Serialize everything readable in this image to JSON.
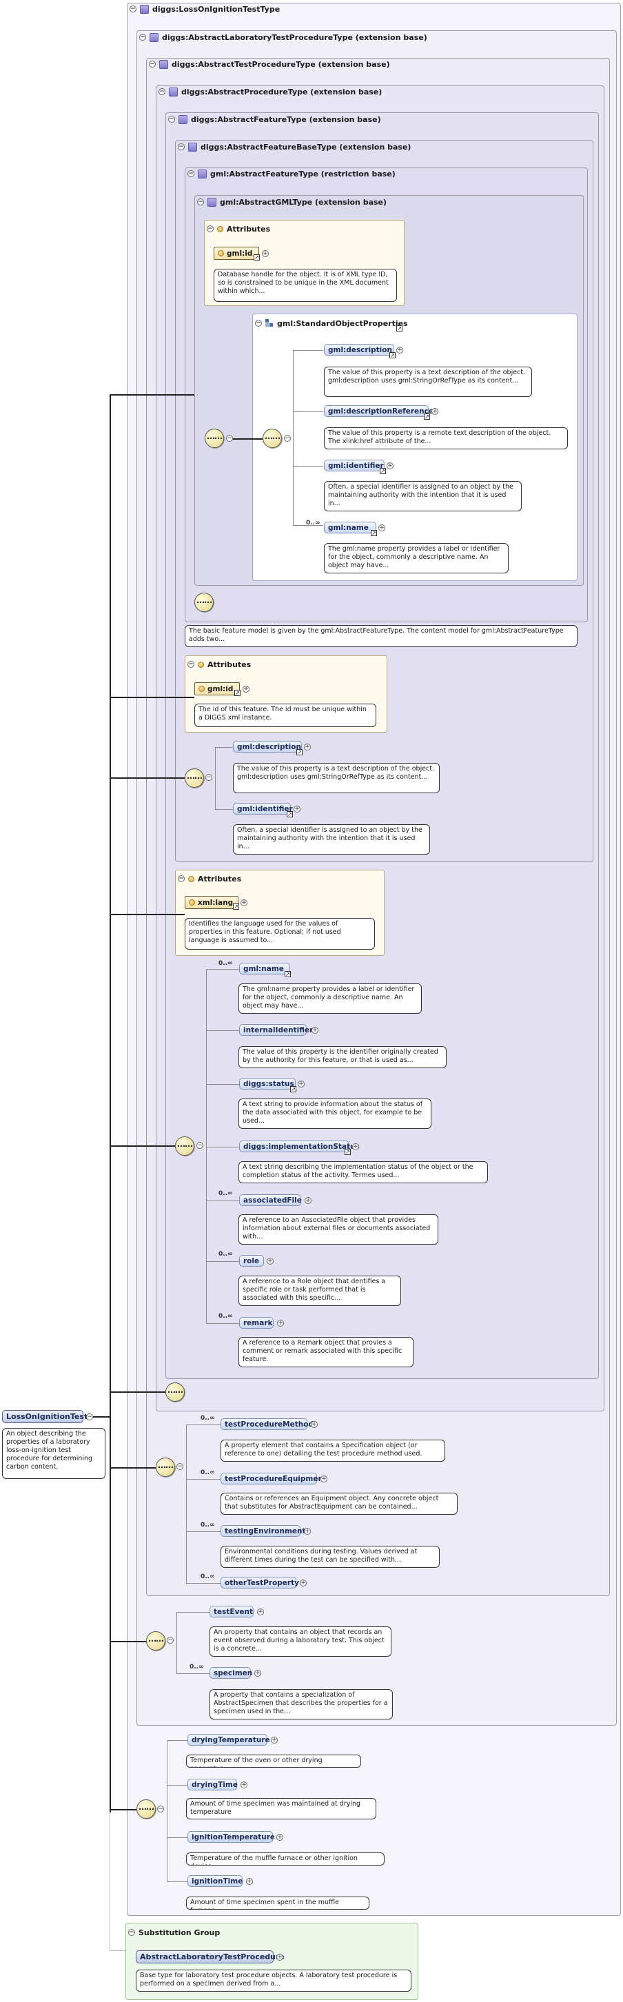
{
  "types": {
    "t0": "diggs:LossOnIgnitionTestType",
    "t1": "diggs:AbstractLaboratoryTestProcedureType (extension base)",
    "t2": "diggs:AbstractTestProcedureType (extension base)",
    "t3": "diggs:AbstractProcedureType (extension base)",
    "t4": "diggs:AbstractFeatureType (extension base)",
    "t5": "diggs:AbstractFeatureBaseType (extension base)",
    "t6": "gml:AbstractFeatureType (restriction base)",
    "t7": "gml:AbstractGMLType (extension base)"
  },
  "attributes_label": "Attributes",
  "gml_id_attr": {
    "name": "gml:id",
    "desc": "Database handle for the object. It is of XML type ID, so is constrained to be unique in the XML document within which..."
  },
  "standard_props": {
    "title": "gml:StandardObjectProperties",
    "items": [
      {
        "name": "gml:description",
        "mult": "",
        "desc": "The value of this property is a text description of the object. gml:description uses gml:StringOrRefType as its content..."
      },
      {
        "name": "gml:descriptionReference",
        "mult": "",
        "desc": "The value of this property is a remote text description of the object. The xlink:href attribute of the..."
      },
      {
        "name": "gml:identifier",
        "mult": "",
        "desc": "Often, a special identifier is assigned to an object by the maintaining authority with the intention that it is used in..."
      },
      {
        "name": "gml:name",
        "mult": "0..∞",
        "desc": "The gml:name property provides a label or identifier for the object, commonly a descriptive name. An object may have..."
      }
    ]
  },
  "feature_note": "The basic feature model is given by the gml:AbstractFeatureType. The content model for gml:AbstractFeatureType adds two...",
  "feature_id_attr": {
    "name": "gml:id",
    "desc": "The id of this feature. The id must be unique within a DIGGS xml instance."
  },
  "base_elems": [
    {
      "name": "gml:description",
      "desc": "The value of this property is a text description of the object. gml:description uses gml:StringOrRefType as its content..."
    },
    {
      "name": "gml:identifier",
      "desc": "Often, a special identifier is assigned to an object by the maintaining authority with the intention that it is used in..."
    }
  ],
  "lang_attr": {
    "name": "xml:lang",
    "desc": "Identifies the language used for the values of properties in this feature. Optional; if not used language is assumed to..."
  },
  "feature_elems": [
    {
      "name": "gml:name",
      "mult": "0..∞",
      "desc": "The gml:name property provides a label or identifier for the object, commonly a descriptive name. An object may have..."
    },
    {
      "name": "internalIdentifier",
      "mult": "",
      "desc": "The value of this property is the identifier originally created by the authority for this feature, or that is used as..."
    },
    {
      "name": "diggs:status",
      "mult": "",
      "desc": "A text string to provide information about the status of the data associated with this object, for example to be used..."
    },
    {
      "name": "diggs:implementationStatus",
      "mult": "",
      "desc": "A text string describing the implementation status of the object or the completion status of the activity. Termes used..."
    },
    {
      "name": "associatedFile",
      "mult": "0..∞",
      "desc": "A reference to an AssociatedFile object that provides information about external files or documents associated with..."
    },
    {
      "name": "role",
      "mult": "0..∞",
      "desc": "A reference to a Role object that dentifies a specific role or task performed that is associated with this specific..."
    },
    {
      "name": "remark",
      "mult": "0..∞",
      "desc": "A reference to a Remark object that provies a comment or remark associated with this specific feature."
    }
  ],
  "test_elems": [
    {
      "name": "testProcedureMethod",
      "mult": "0..∞",
      "desc": "A property element that contains a Specification object (or reference to one) detailing the test procedure method used."
    },
    {
      "name": "testProcedureEquipment",
      "mult": "0..∞",
      "desc": "Contains or references an Equipment object. Any concrete object that substitutes for AbstractEquipment can be contained..."
    },
    {
      "name": "testingEnvironment",
      "mult": "0..∞",
      "desc": "Environmental conditions during testing. Values derived at different times during the test can be specified with..."
    },
    {
      "name": "otherTestProperty",
      "mult": "0..∞",
      "desc": ""
    }
  ],
  "lab_elems": [
    {
      "name": "testEvent",
      "mult": "",
      "desc": "An property that contains an object that records an event observed during a laboratory test. This object is a concrete..."
    },
    {
      "name": "specimen",
      "mult": "0..∞",
      "desc": "A property that contains a specialization of AbstractSpecimen that describes the properties for a specimen used in the..."
    }
  ],
  "loi_elems": [
    {
      "name": "dryingTemperature",
      "desc": "Temperature of the oven or other drying apparatus"
    },
    {
      "name": "dryingTime",
      "desc": "Amount of time specimen was maintained at drying temperature"
    },
    {
      "name": "ignitionTemperature",
      "desc": "Temperature of the muffle furnace or other ignition device"
    },
    {
      "name": "ignitionTime",
      "desc": "Amount of time specimen spent in the muffle furnace"
    }
  ],
  "root": {
    "name": "LossOnIgnitionTest",
    "desc": "An object describing the properties of a laboratory loss-on-ignition test procedure for determining carbon content."
  },
  "substitution": {
    "title": "Substitution Group",
    "name": "AbstractLaboratoryTestProcedure",
    "desc": "Base type for laboratory test procedure objects. A laboratory test procedure is performed on a specimen derived from a..."
  },
  "colors": {
    "level_fill": [
      "#f5f4fa",
      "#efeef8",
      "#eae8f5",
      "#e6e4f3",
      "#e3e1f1",
      "#e0def0",
      "#dddbee",
      "#dad8ec"
    ],
    "attr_fill": "#fffaee",
    "subst_fill": "#eef8ea"
  }
}
